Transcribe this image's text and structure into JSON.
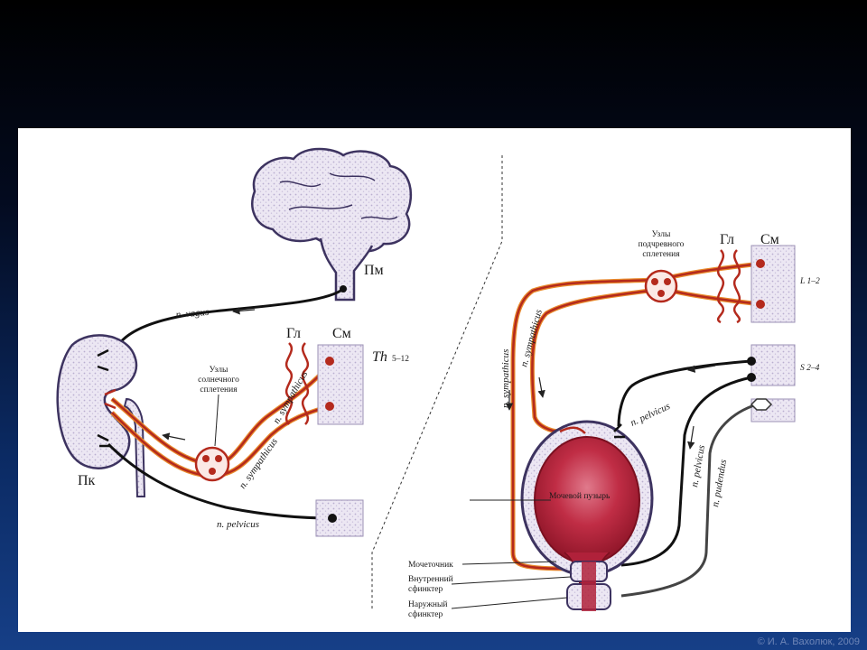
{
  "labels": {
    "brain": "Пм",
    "kidney": "Пк",
    "gl_left": "Гл",
    "sm_left": "См",
    "th_level": "Th",
    "th_range": "5–12",
    "solar_plexus_line1": "Узлы",
    "solar_plexus_line2": "солнечного",
    "solar_plexus_line3": "сплетения",
    "vagus": "n. vagus",
    "sympathicus_left_upper": "n. sympathicus",
    "sympathicus_left_lower": "n. sympathicus",
    "pelvicus_left": "n. pelvicus",
    "hypogastric_line1": "Узлы",
    "hypogastric_line2": "подчревного",
    "hypogastric_line3": "сплетения",
    "gl_right": "Гл",
    "sm_right": "См",
    "l_level": "L 1–2",
    "s_level": "S 2–4",
    "sympathicus_right_long": "n. sympathicus",
    "sympathicus_right_short": "n. sympathicus",
    "pelvicus_right_top": "n. pelvicus",
    "pelvicus_right_side": "n. pelvicus",
    "pudendus": "n. pudendus",
    "bladder": "Мочевой пузырь",
    "ureter": "Мочеточник",
    "internal_sphincter_line1": "Внутренний",
    "internal_sphincter_line2": "сфинктер",
    "external_sphincter_line1": "Наружный",
    "external_sphincter_line2": "сфинктер"
  },
  "copyright": "© И. А. Вахолюк, 2009",
  "colors": {
    "background_top": "#000000",
    "background_bottom": "#163f87",
    "panel": "#ffffff",
    "sympathetic_nerve": "#b42a1d",
    "sympathetic_outline": "#e8892b",
    "parasympathetic_nerve": "#111111",
    "organ_fill": "#e8e2f0",
    "organ_outline": "#4b3f6b",
    "bladder_fill": "#b0213a"
  },
  "icons": {
    "arrow": "arrow-icon"
  }
}
